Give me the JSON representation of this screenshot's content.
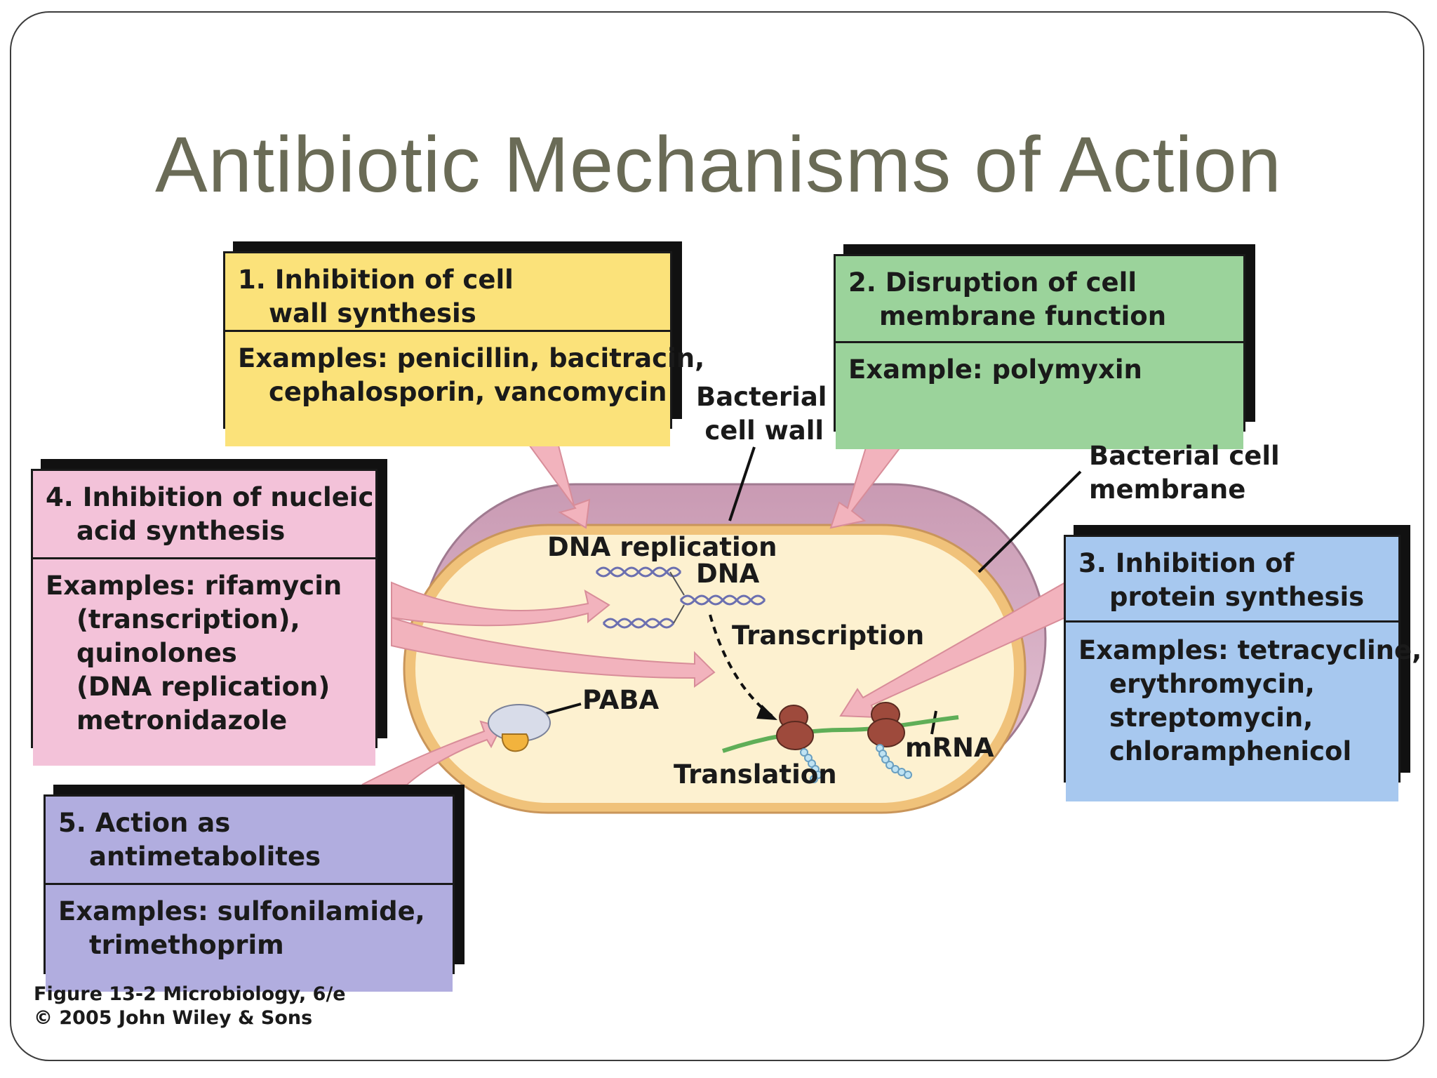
{
  "title": "Antibiotic Mechanisms of Action",
  "boxes": {
    "cell_wall": {
      "number": "1.",
      "heading": [
        "Inhibition of cell",
        "wall synthesis"
      ],
      "examples": [
        "Examples: penicillin, bacitracin,",
        "cephalosporin, vancomycin"
      ],
      "color": "#fbe27a"
    },
    "membrane": {
      "number": "2.",
      "heading": [
        "Disruption of cell",
        "membrane function"
      ],
      "examples": [
        "Example: polymyxin"
      ],
      "color": "#9bd39b"
    },
    "protein": {
      "number": "3.",
      "heading": [
        "Inhibition of",
        "protein synthesis"
      ],
      "examples": [
        "Examples: tetracycline,",
        "erythromycin,",
        "streptomycin,",
        "chloramphenicol"
      ],
      "color": "#a7c8ef"
    },
    "nucleic": {
      "number": "4.",
      "heading": [
        "Inhibition of nucleic",
        "acid synthesis"
      ],
      "examples": [
        "Examples: rifamycin",
        "(transcription),",
        "quinolones",
        "(DNA replication)",
        "metronidazole"
      ],
      "color": "#f3c2d9"
    },
    "antimetabolite": {
      "number": "5.",
      "heading": [
        "Action as",
        "antimetabolites"
      ],
      "examples": [
        "Examples: sulfonilamide,",
        "trimethoprim"
      ],
      "color": "#b1addf"
    }
  },
  "labels": {
    "cell_wall": [
      "Bacterial",
      "cell wall"
    ],
    "cell_membrane": [
      "Bacterial cell",
      "membrane"
    ],
    "dna_replication": "DNA replication",
    "dna": "DNA",
    "transcription": "Transcription",
    "paba": "PABA",
    "translation": "Translation",
    "mrna": "mRNA"
  },
  "credit": [
    "Figure 13-2  Microbiology, 6/e",
    "© 2005 John Wiley & Sons"
  ],
  "colors": {
    "title": "#6a6b56",
    "cell_outer": "#c9a0b6",
    "cell_inner": "#fdf1d0",
    "cell_wall_band": "#f0c27a",
    "arrow": "#f2b3bd"
  }
}
